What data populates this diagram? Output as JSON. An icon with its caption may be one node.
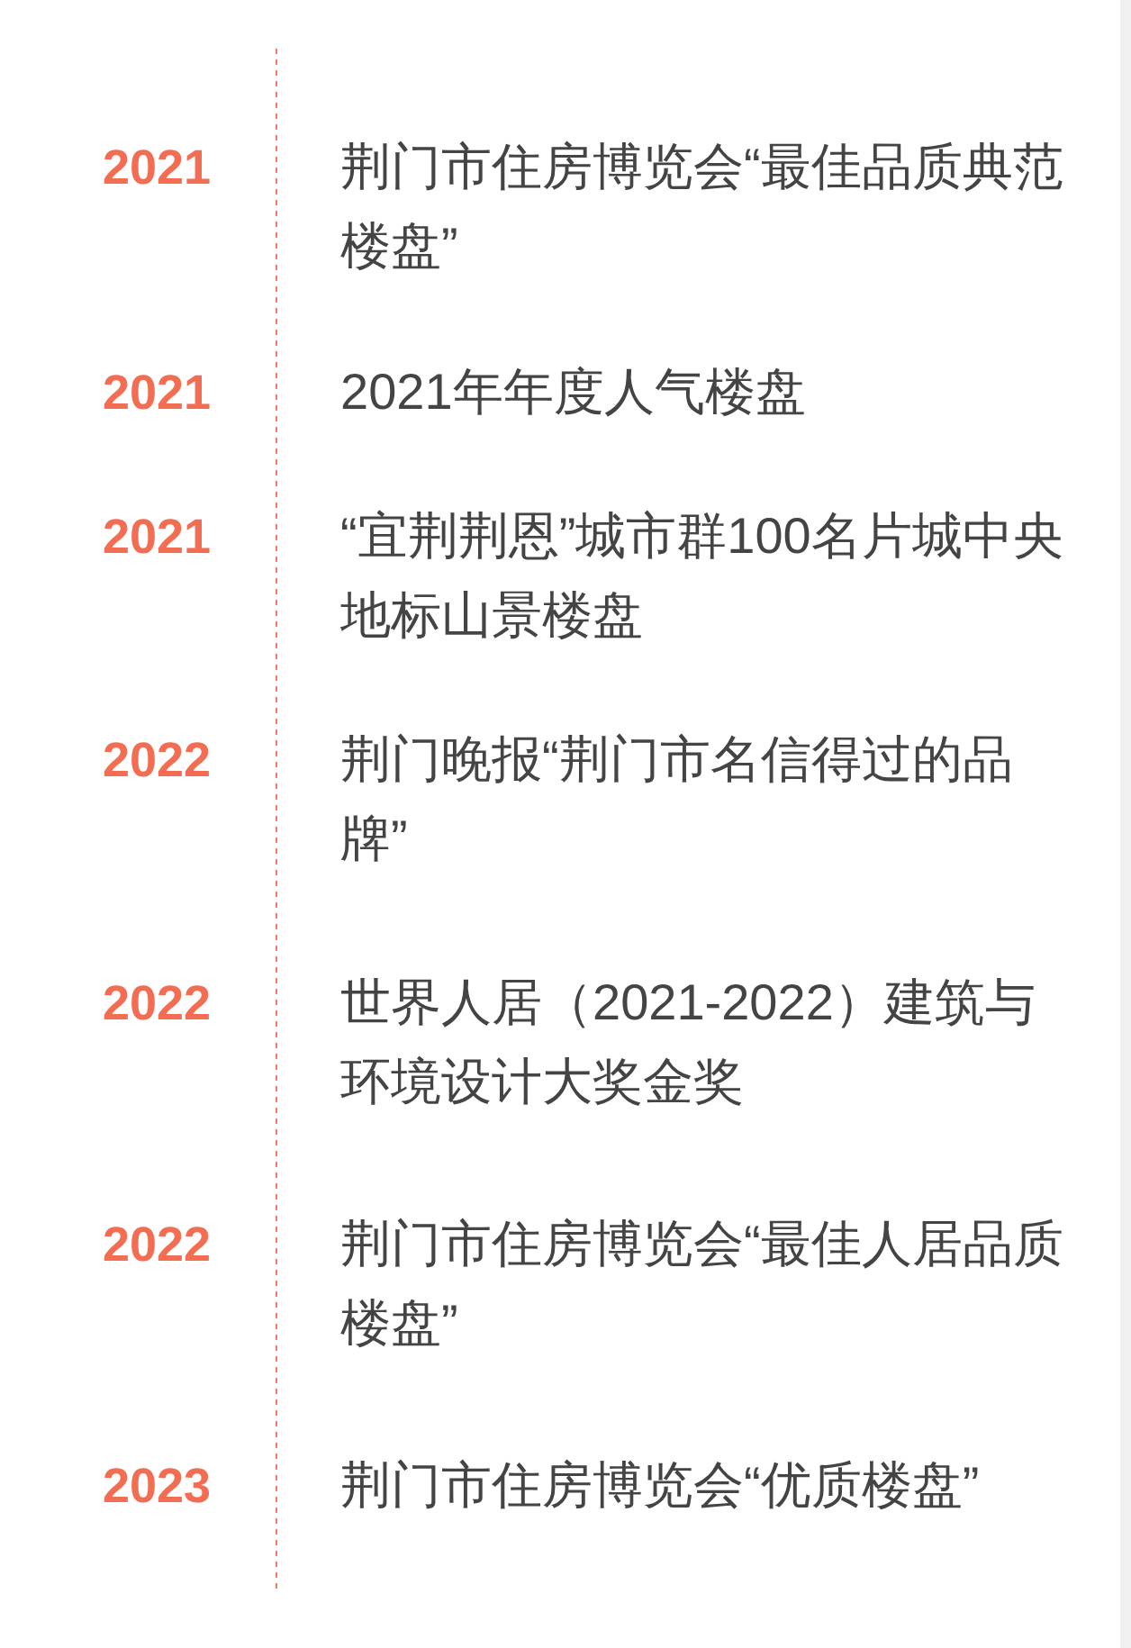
{
  "diagram": {
    "labels": [
      "2021",
      "荆门市住房博览会“最佳品质典范楼盘”",
      "2021",
      "2021年年度人气楼盘",
      "2021",
      "“宜荆荆恩”城市群100名片城中央地标山景楼盘",
      "2022",
      "荆门晚报“荆门市名信得过的品牌”",
      "2022",
      "世界人居（2021-2022）建筑与环境设计大奖金奖",
      "2022",
      "荆门市住房博览会“最佳人居品质楼盘”",
      "2023",
      "荆门市住房博览会“优质楼盘”"
    ]
  }
}
